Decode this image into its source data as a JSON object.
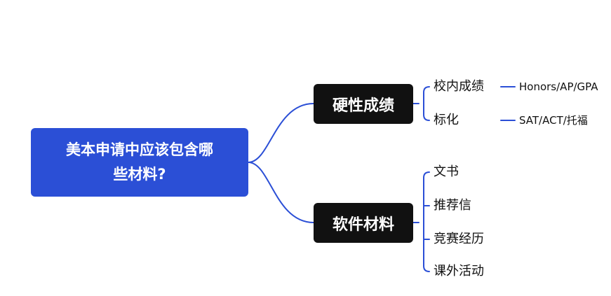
{
  "mindmap": {
    "root": {
      "line1": "美本申请中应该包含哪",
      "line2": "些材料?"
    },
    "branches": [
      {
        "label": "硬性成绩",
        "children": [
          {
            "label": "校内成绩",
            "detail": "Honors/AP/GPA"
          },
          {
            "label": "标化",
            "detail": "SAT/ACT/托福"
          }
        ]
      },
      {
        "label": "软件材料",
        "children": [
          {
            "label": "文书"
          },
          {
            "label": "推荐信"
          },
          {
            "label": "竞赛经历"
          },
          {
            "label": "课外活动"
          }
        ]
      }
    ]
  },
  "colors": {
    "accent": "#2b4fd6",
    "branch_bg": "#111111",
    "text": "#111111",
    "background": "#ffffff"
  }
}
